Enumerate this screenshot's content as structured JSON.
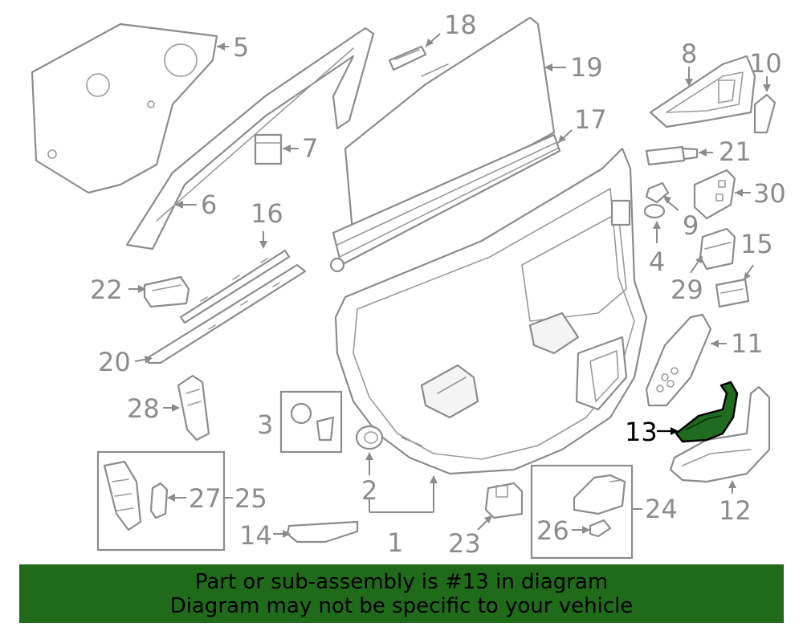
{
  "highlight_color": "#1f6b1a",
  "banner": {
    "line1": "Part or sub-assembly is #13 in diagram",
    "line2": "Diagram may not be specific to your vehicle"
  },
  "callouts": {
    "c1": "1",
    "c2": "2",
    "c3": "3",
    "c4": "4",
    "c5": "5",
    "c6": "6",
    "c7": "7",
    "c8": "8",
    "c9": "9",
    "c10": "10",
    "c11": "11",
    "c12": "12",
    "c13": "13",
    "c14": "14",
    "c15": "15",
    "c16": "16",
    "c17": "17",
    "c18": "18",
    "c19": "19",
    "c20": "20",
    "c21": "21",
    "c22": "22",
    "c23": "23",
    "c24": "24",
    "c25": "25",
    "c26": "26",
    "c27": "27",
    "c28": "28",
    "c29": "29",
    "c30": "30"
  },
  "highlighted_callout": "13"
}
